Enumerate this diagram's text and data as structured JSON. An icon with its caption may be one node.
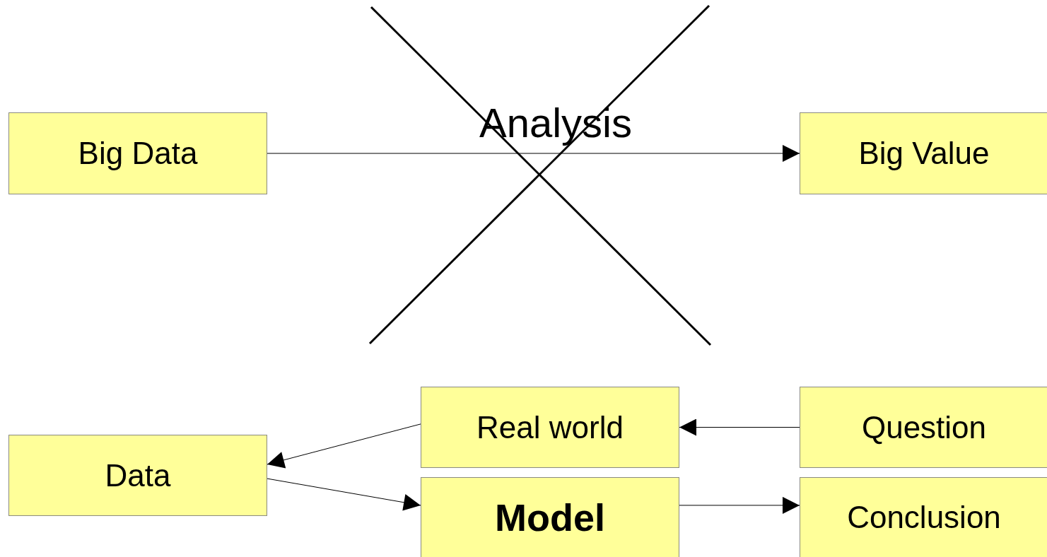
{
  "diagram": {
    "nodes": [
      {
        "text": [
          "Big Data"
        ]
      },
      {
        "text": [
          "Big Value"
        ]
      },
      {
        "text": [
          "Real world"
        ]
      },
      {
        "text": [
          "Question"
        ]
      },
      {
        "text": [
          "Data"
        ]
      },
      {
        "text": [
          "Model"
        ]
      },
      {
        "text": [
          "Conclusion"
        ]
      }
    ],
    "edges": [
      {
        "from": 0,
        "to": 1,
        "arrow": "to",
        "label": "Analysis"
      },
      {
        "from": 3,
        "to": 2,
        "arrow": "to"
      },
      {
        "from": 2,
        "to": 4,
        "arrow": "to"
      },
      {
        "from": 4,
        "to": 5,
        "arrow": "to"
      },
      {
        "from": 5,
        "to": 6,
        "arrow": "to"
      }
    ]
  }
}
